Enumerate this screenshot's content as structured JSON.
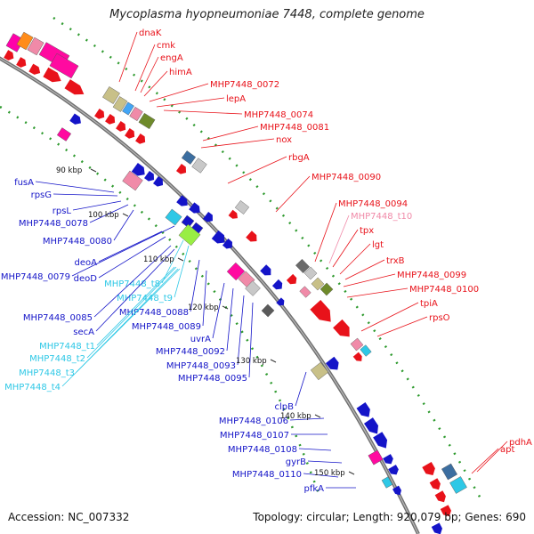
{
  "title": "Mycoplasma hyopneumoniae 7448, complete genome",
  "footer": {
    "accession": "Accession: NC_007332",
    "summary": "Topology: circular; Length: 920,079 bp; Genes: 690"
  },
  "colors": {
    "red": "#e8121a",
    "pink": "#f08aa8",
    "blue": "#1414c8",
    "cyan": "#2ec8e6",
    "backbone": "#7a7a7a",
    "tick": "#2e9a2e"
  },
  "scale_ticks": [
    "90 kbp",
    "100 kbp",
    "110 kbp",
    "120 kbp",
    "130 kbp",
    "140 kbp",
    "150 kbp"
  ],
  "right_labels": [
    "dnaK",
    "cmk",
    "engA",
    "himA",
    "MHP7448_0072",
    "lepA",
    "MHP7448_0074",
    "MHP7448_0081",
    "nox",
    "rbgA",
    "MHP7448_0090",
    "MHP7448_0094",
    "MHP7448_t10",
    "tpx",
    "lgt",
    "trxB",
    "MHP7448_0099",
    "MHP7448_0100",
    "tpiA",
    "rpsO",
    "apt",
    "pdhA"
  ],
  "left_labels": [
    "fusA",
    "rpsG",
    "rpsL",
    "MHP7448_0078",
    "MHP7448_0080",
    "MHP7448_0079",
    "deoA",
    "deoD",
    "MHP7448_t8",
    "MHP7448_t9",
    "MHP7448_0085",
    "secA",
    "MHP7448_0088",
    "MHP7448_0089",
    "uvrA",
    "MHP7448_t1",
    "MHP7448_t2",
    "MHP7448_t3",
    "MHP7448_t4",
    "MHP7448_0092",
    "MHP7448_0093",
    "MHP7448_0095",
    "clpB",
    "MHP7448_0106",
    "MHP7448_0107",
    "MHP7448_0108",
    "gyrB",
    "MHP7448_0110",
    "pfkA"
  ]
}
